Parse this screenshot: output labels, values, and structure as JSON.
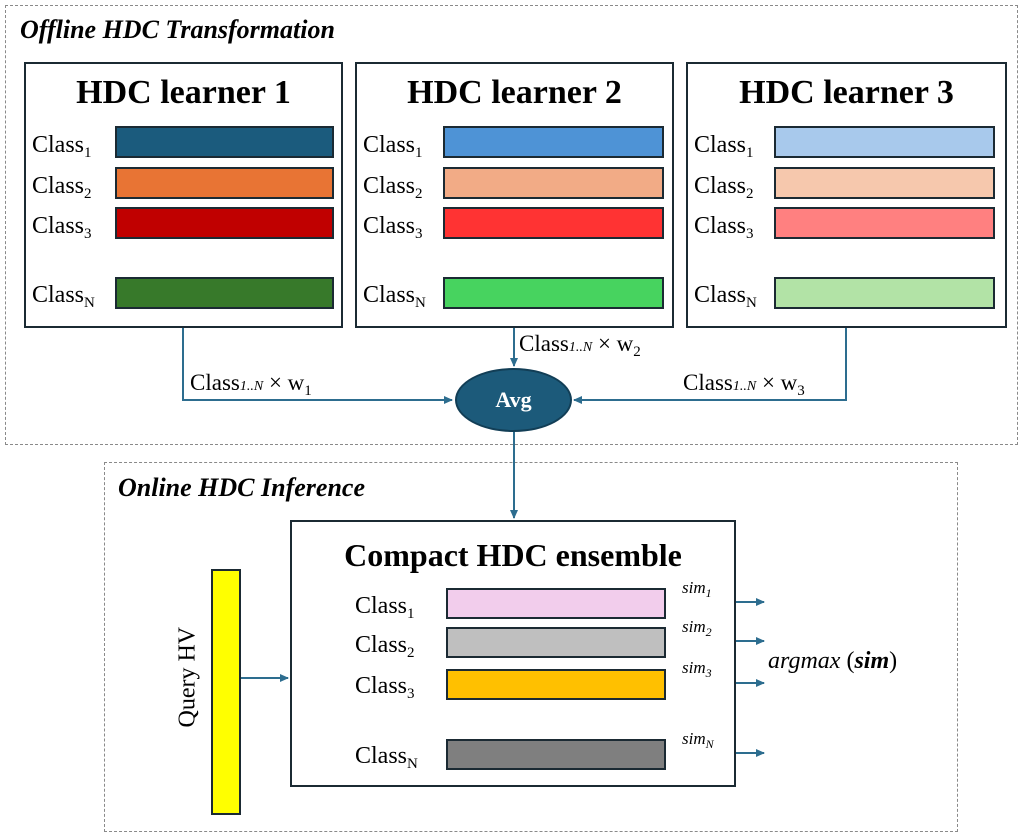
{
  "offline": {
    "title": "Offline HDC Transformation",
    "learners": [
      {
        "title": "HDC learner 1",
        "classes": [
          {
            "name": "Class",
            "sub": "1",
            "color": "#1b5b7d"
          },
          {
            "name": "Class",
            "sub": "2",
            "color": "#e87434"
          },
          {
            "name": "Class",
            "sub": "3",
            "color": "#c00000"
          },
          {
            "name": "Class",
            "sub": "N",
            "color": "#37792a"
          }
        ]
      },
      {
        "title": "HDC learner 2",
        "classes": [
          {
            "name": "Class",
            "sub": "1",
            "color": "#4e93d6"
          },
          {
            "name": "Class",
            "sub": "2",
            "color": "#f2ab86"
          },
          {
            "name": "Class",
            "sub": "3",
            "color": "#ff3333"
          },
          {
            "name": "Class",
            "sub": "N",
            "color": "#47d35f"
          }
        ]
      },
      {
        "title": "HDC learner 3",
        "classes": [
          {
            "name": "Class",
            "sub": "1",
            "color": "#a8c9ec"
          },
          {
            "name": "Class",
            "sub": "2",
            "color": "#f6c8ad"
          },
          {
            "name": "Class",
            "sub": "3",
            "color": "#ff8080"
          },
          {
            "name": "Class",
            "sub": "N",
            "color": "#b2e3a6"
          }
        ]
      }
    ],
    "weights": [
      {
        "prefix": "Class",
        "range": "1..N",
        "times": " × w",
        "sub": "1"
      },
      {
        "prefix": "Class",
        "range": "1..N",
        "times": " × w",
        "sub": "2"
      },
      {
        "prefix": "Class",
        "range": "1..N",
        "times": " × w",
        "sub": "3"
      }
    ],
    "avg_label": "Avg"
  },
  "online": {
    "title": "Online HDC Inference",
    "ensemble_title": "Compact HDC ensemble",
    "query_label": "Query HV",
    "classes": [
      {
        "name": "Class",
        "sub": "1",
        "color": "#f2cdec",
        "sim": "sim",
        "sim_sub": "1"
      },
      {
        "name": "Class",
        "sub": "2",
        "color": "#bfbfbf",
        "sim": "sim",
        "sim_sub": "2"
      },
      {
        "name": "Class",
        "sub": "3",
        "color": "#ffc000",
        "sim": "sim",
        "sim_sub": "3"
      },
      {
        "name": "Class",
        "sub": "N",
        "color": "#7f7f7f",
        "sim": "sim",
        "sim_sub": "N"
      }
    ],
    "argmax": {
      "fn": "argmax",
      "open": " (",
      "arg": "sim",
      "close": ")"
    }
  },
  "colors": {
    "wire": "#2d6d8f",
    "panel_border": "#1b2a33",
    "query": "#ffff00",
    "avg": "#1c5a7a"
  }
}
